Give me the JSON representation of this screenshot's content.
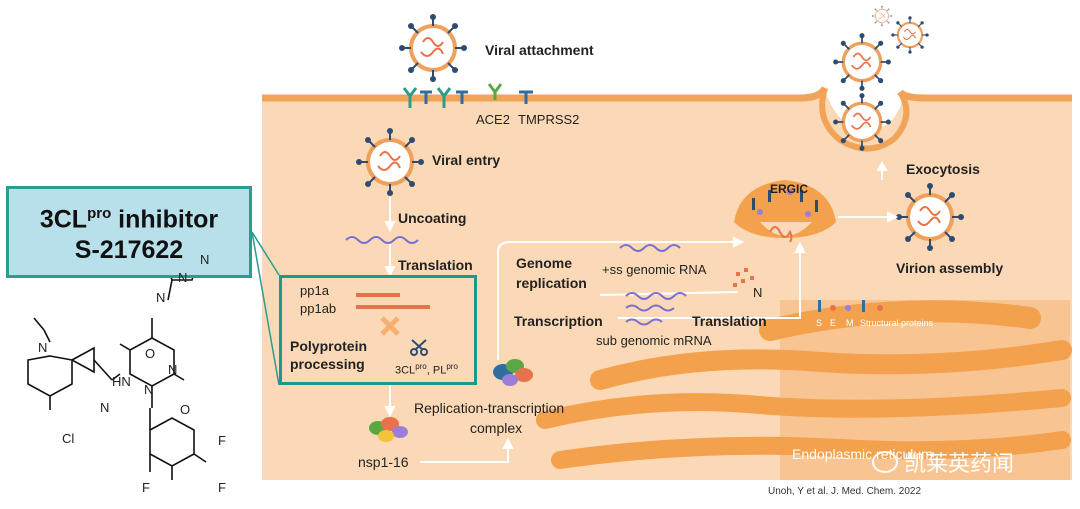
{
  "inhibitor": {
    "line1_main": "3CL",
    "line1_sup": "pro",
    "line1_rest": " inhibitor",
    "line2": "S-217622"
  },
  "molecule_atoms": {
    "n1": "N",
    "n2": "N",
    "n3": "N",
    "n4": "N",
    "n5": "N",
    "n6": "N",
    "n7": "N",
    "nh": "HN",
    "o1": "O",
    "o2": "O",
    "cl": "Cl",
    "f1": "F",
    "f2": "F",
    "f3": "F"
  },
  "labels": {
    "viral_attachment": "Viral attachment",
    "ace2": "ACE2",
    "tmprss2": "TMPRSS2",
    "viral_entry": "Viral entry",
    "uncoating": "Uncoating",
    "translation1": "Translation",
    "pp1a": "pp1a",
    "pp1ab": "pp1ab",
    "polyprotein_1": "Polyprotein",
    "polyprotein_2": "processing",
    "proteases_3cl": "3CL",
    "proteases_sup1": "pro",
    "proteases_pl": ", PL",
    "proteases_sup2": "pro",
    "genome_replication_1": "Genome",
    "genome_replication_2": "replication",
    "ss_genomic_rna": "+ss genomic RNA",
    "n_protein": "N",
    "transcription": "Transcription",
    "translation2": "Translation",
    "sub_genomic_mrna": "sub genomic mRNA",
    "rtc_1": "Replication-transcription",
    "rtc_2": "complex",
    "nsp": "nsp1-16",
    "ergic": "ERGIC",
    "exocytosis": "Exocytosis",
    "virion_assembly": "Virion assembly",
    "s": "S",
    "e": "E",
    "m": "M",
    "structural_proteins": "Structural proteins",
    "er": "Endoplasmic reticulum",
    "citation": "Unoh, Y et al. J. Med. Chem. 2022",
    "watermark": "凯莱英药闻"
  },
  "colors": {
    "cytoplasm": "#fbd9b7",
    "membrane": "#f2a35a",
    "er": "#f4a14d",
    "teal": "#1a9a8a",
    "box_fill": "#b8e0ea",
    "rna": "#7b6fd0"
  }
}
